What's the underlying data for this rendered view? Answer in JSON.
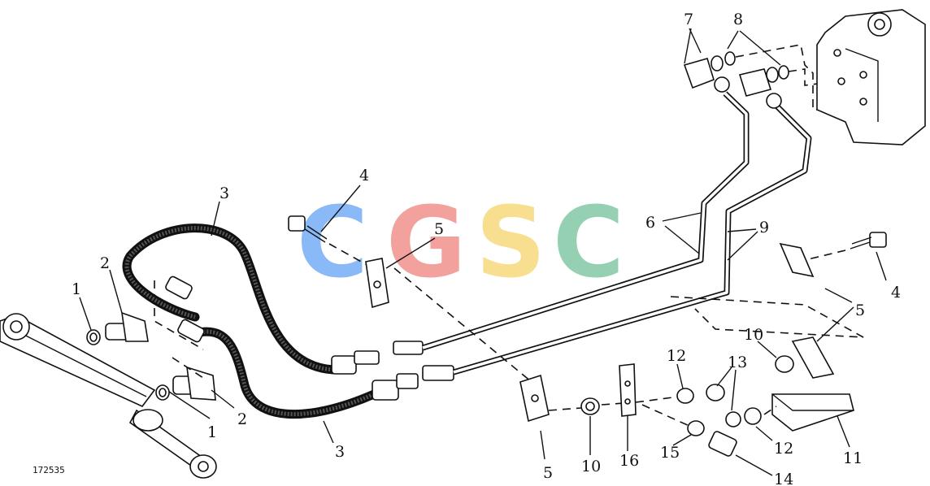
{
  "figure_id": "172535",
  "watermark": {
    "letters": [
      "C",
      "G",
      "S",
      "C"
    ],
    "colors": [
      "#6ea8f7",
      "#f08a85",
      "#f7d774",
      "#7cc5a0"
    ]
  },
  "callouts": [
    "1",
    "1",
    "2",
    "2",
    "3",
    "3",
    "4",
    "4",
    "5",
    "5",
    "5",
    "6",
    "7",
    "8",
    "9",
    "10",
    "10",
    "11",
    "12",
    "12",
    "13",
    "14",
    "15",
    "16"
  ],
  "line_color": "#111111"
}
